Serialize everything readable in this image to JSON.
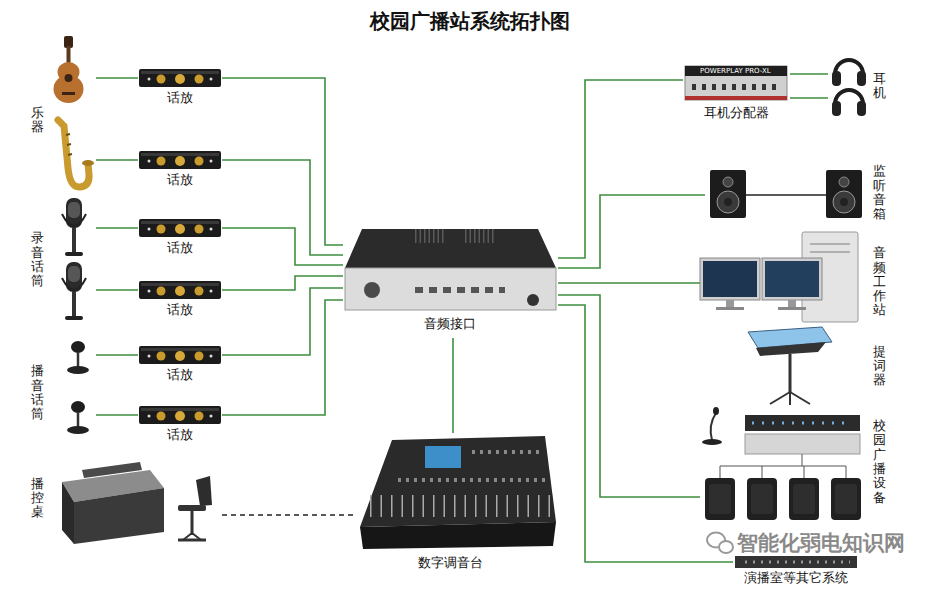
{
  "diagram": {
    "title": "校园广播站系统拓扑图",
    "nodes": [
      {
        "text": [
          "乐器"
        ]
      },
      {
        "text": [
          "话放"
        ]
      },
      {
        "text": [
          "话放"
        ]
      },
      {
        "text": [
          "录音话筒"
        ]
      },
      {
        "text": [
          "话放"
        ]
      },
      {
        "text": [
          "话放"
        ]
      },
      {
        "text": [
          "播音话筒"
        ]
      },
      {
        "text": [
          "话放"
        ]
      },
      {
        "text": [
          "话放"
        ]
      },
      {
        "text": [
          "播控桌"
        ]
      },
      {
        "text": [
          "音频接口"
        ]
      },
      {
        "text": [
          "数字调音台"
        ]
      },
      {
        "text": [
          "耳机分配器"
        ]
      },
      {
        "text": [
          "耳机"
        ]
      },
      {
        "text": [
          "监听音箱"
        ]
      },
      {
        "text": [
          "音频工作站"
        ]
      },
      {
        "text": [
          "提词器"
        ]
      },
      {
        "text": [
          "校园广播设备"
        ]
      },
      {
        "text": [
          "演播室等其它系统"
        ]
      }
    ],
    "edges": [
      {
        "from": 0,
        "to": 1,
        "arrow": "none"
      },
      {
        "from": 0,
        "to": 2,
        "arrow": "none"
      },
      {
        "from": 3,
        "to": 4,
        "arrow": "none"
      },
      {
        "from": 3,
        "to": 5,
        "arrow": "none"
      },
      {
        "from": 6,
        "to": 7,
        "arrow": "none"
      },
      {
        "from": 6,
        "to": 8,
        "arrow": "none"
      },
      {
        "from": 1,
        "to": 10,
        "arrow": "none"
      },
      {
        "from": 2,
        "to": 10,
        "arrow": "none"
      },
      {
        "from": 4,
        "to": 10,
        "arrow": "none"
      },
      {
        "from": 5,
        "to": 10,
        "arrow": "none"
      },
      {
        "from": 7,
        "to": 10,
        "arrow": "none"
      },
      {
        "from": 8,
        "to": 10,
        "arrow": "none"
      },
      {
        "from": 10,
        "to": 11,
        "arrow": "none"
      },
      {
        "from": 9,
        "to": 11,
        "arrow": "none"
      },
      {
        "from": 10,
        "to": 12,
        "arrow": "none"
      },
      {
        "from": 12,
        "to": 13,
        "arrow": "none"
      },
      {
        "from": 12,
        "to": 13,
        "arrow": "none"
      },
      {
        "from": 10,
        "to": 14,
        "arrow": "none"
      },
      {
        "from": 10,
        "to": 15,
        "arrow": "none"
      },
      {
        "from": 10,
        "to": 17,
        "arrow": "none"
      },
      {
        "from": 10,
        "to": 18,
        "arrow": "none"
      }
    ],
    "labels": [
      "POWERPLAY PRO-XL",
      "智能化弱电知识网"
    ]
  }
}
